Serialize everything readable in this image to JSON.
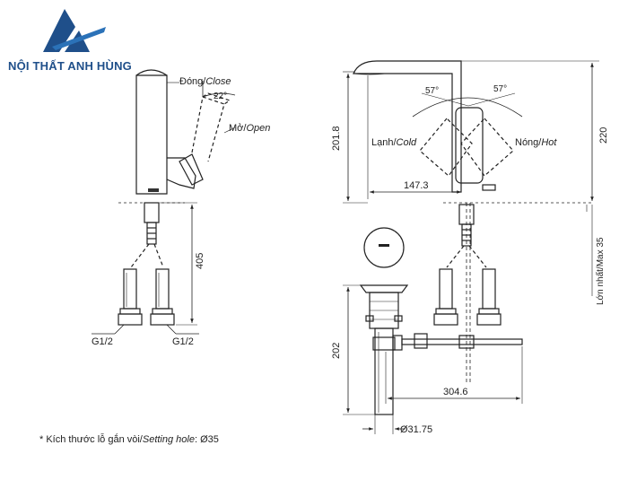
{
  "brand": {
    "name": "NỘI THẤT ANH HÙNG",
    "logo_color": "#1f4f8a"
  },
  "labels": {
    "close_vi": "Đóng/",
    "close_en": "Close",
    "angle_front": "22°",
    "open_vi": "Mở/",
    "open_en": "Open",
    "dim_405": "405",
    "g_left": "G1/2",
    "g_right": "G1/2",
    "dim_201_8": "201.8",
    "dim_220": "220",
    "angle_left": "57°",
    "angle_right": "57°",
    "cold_vi": "Lạnh/",
    "cold_en": "Cold",
    "hot_vi": "Nóng/",
    "hot_en": "Hot",
    "dim_147_3": "147.3",
    "dim_max35": "Lớn nhất/Max 35",
    "dim_202": "202",
    "dim_304_6": "304.6",
    "dim_31_75": "Ø31.75"
  },
  "note": {
    "prefix": "* Kích thước lỗ gắn vòi/",
    "italic": "Setting hole",
    "suffix": ": Ø35"
  }
}
